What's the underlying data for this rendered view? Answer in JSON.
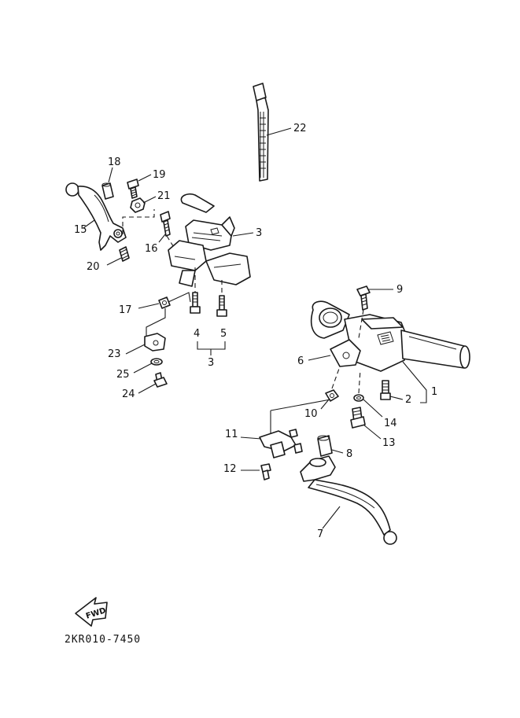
{
  "diagram_code": "2KR010-7450",
  "fwd_label": "FWD",
  "callouts": {
    "c1": "1",
    "c2": "2",
    "c3": "3",
    "c3b": "3",
    "c4": "4",
    "c5": "5",
    "c6": "6",
    "c7": "7",
    "c8": "8",
    "c9": "9",
    "c10": "10",
    "c11": "11",
    "c12": "12",
    "c13": "13",
    "c14": "14",
    "c15": "15",
    "c16": "16",
    "c17": "17",
    "c18": "18",
    "c19": "19",
    "c20": "20",
    "c21": "21",
    "c22": "22",
    "c23": "23",
    "c24": "24",
    "c25": "25"
  }
}
